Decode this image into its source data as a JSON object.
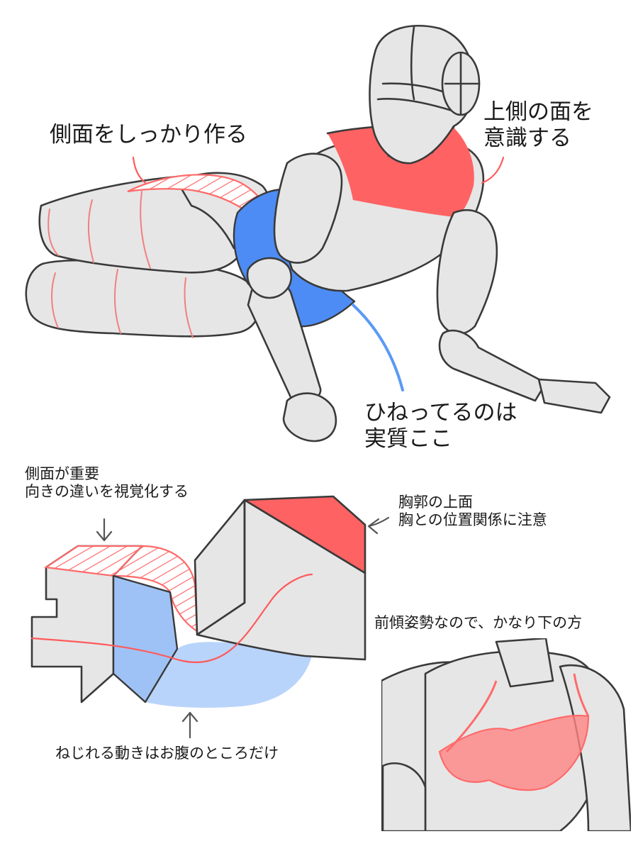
{
  "annotations": {
    "side_surface": "側面をしっかり作る",
    "top_surface_line1": "上側の面を",
    "top_surface_line2": "意識する",
    "twist_line1": "ひねってるのは",
    "twist_line2": "実質ここ",
    "side_important_line1": "側面が重要",
    "side_important_line2": "向きの違いを視覚化する",
    "ribcage_line1": "胸郭の上面",
    "ribcage_line2": "胸との位置関係に注意",
    "forward_lean": "前傾姿勢なので、かなり下の方",
    "twist_motion": "ねじれる動きはお腹のところだけ"
  },
  "colors": {
    "red_accent": "#ff6262",
    "blue_accent": "#4d8cf5",
    "light_blue": "#b9d4fb",
    "body_gray": "#e6e6e6",
    "outline": "#3a3a3a"
  },
  "icons": {
    "down_arrow": "arrow-down-icon",
    "left_arrow": "arrow-left-icon",
    "up_arrow": "arrow-up-icon"
  }
}
